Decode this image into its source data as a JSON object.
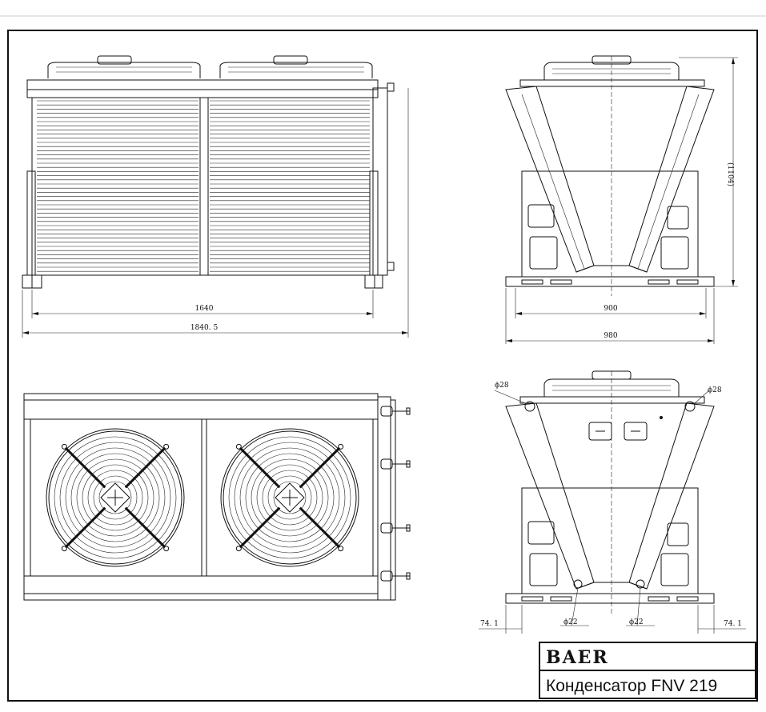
{
  "dimensions": {
    "front_length_inner": "1640",
    "front_length_overall": "1840. 5",
    "side_height": "(1104)",
    "side_width_inner": "900",
    "side_width_outer": "980",
    "pipe_dia_large": "ϕ28",
    "pipe_dia_small": "ϕ22",
    "side_offset": "74. 1"
  },
  "title_block": {
    "brand": "BAER",
    "model": "Конденсатор FNV 219"
  }
}
